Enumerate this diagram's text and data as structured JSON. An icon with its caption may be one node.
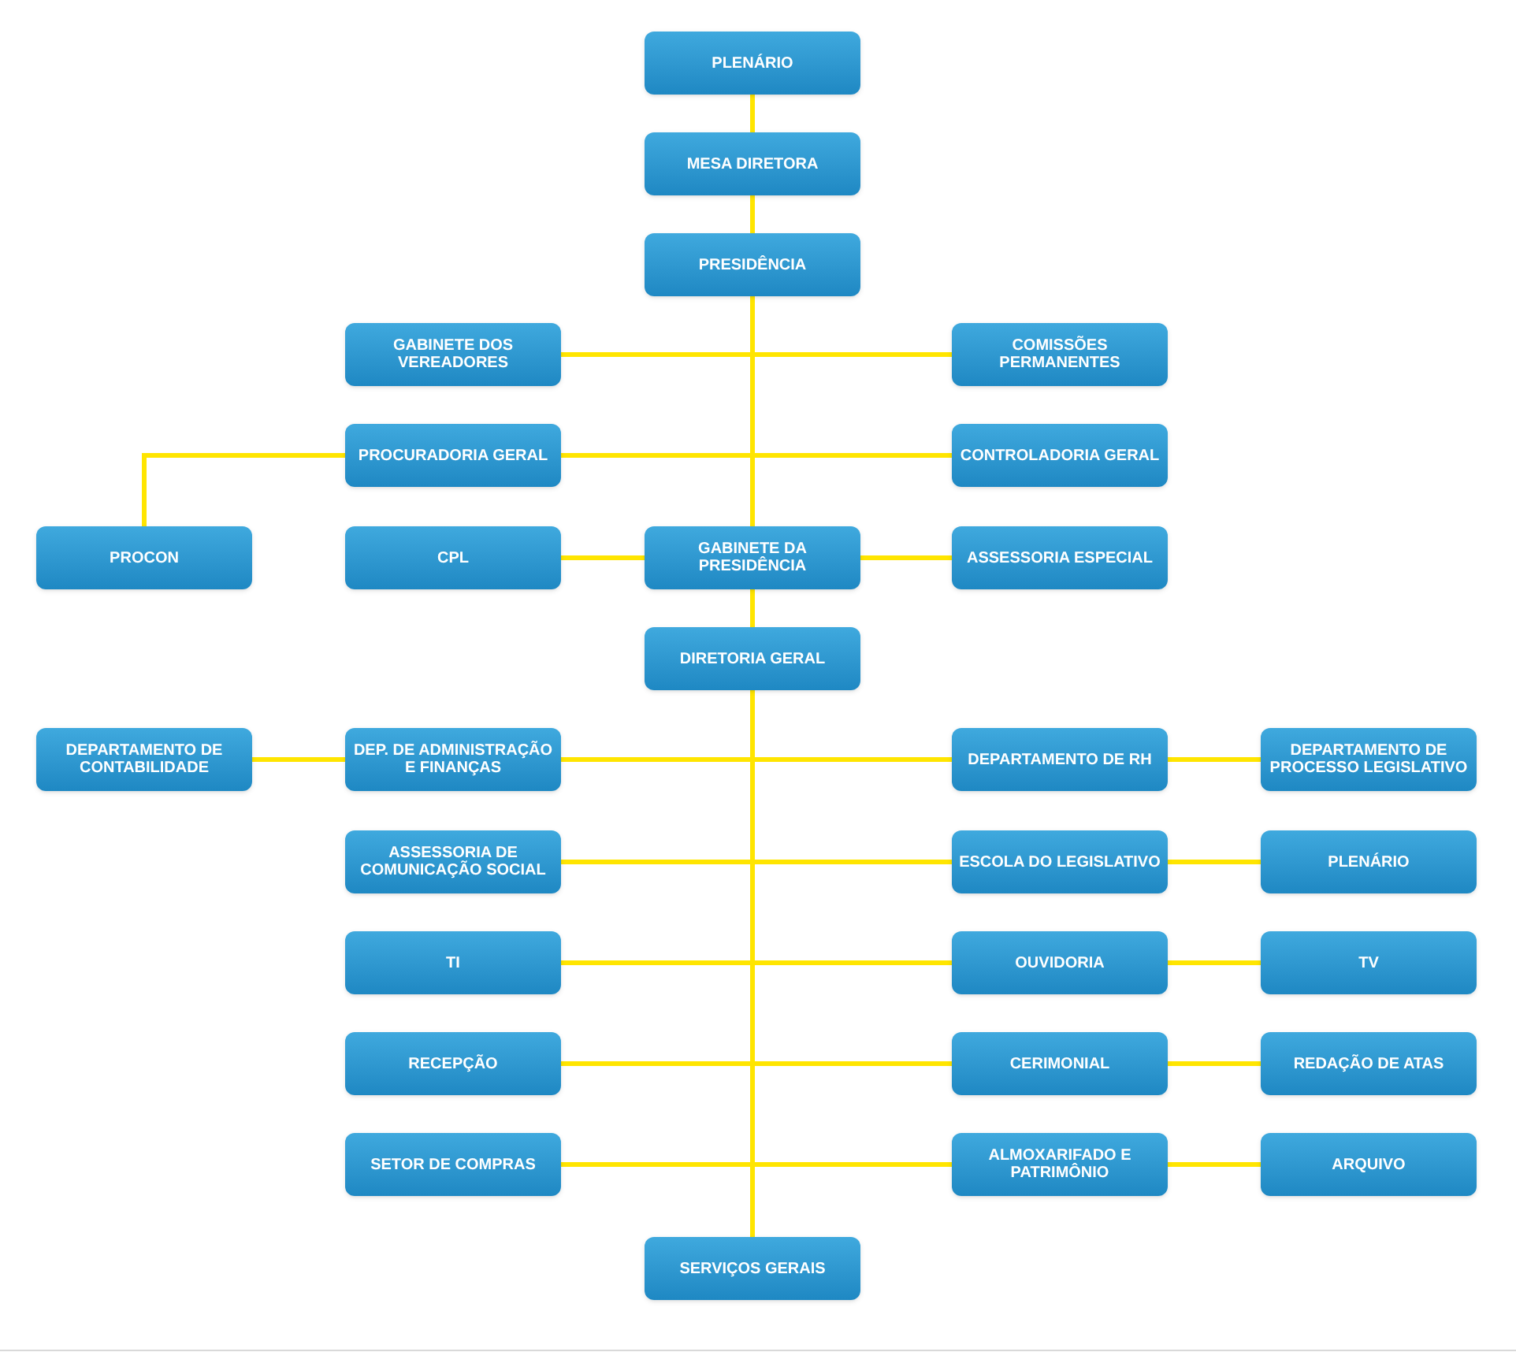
{
  "diagram": {
    "nodes": [
      {
        "text": [
          "PLENÁRIO"
        ]
      },
      {
        "text": [
          "MESA DIRETORA"
        ]
      },
      {
        "text": [
          "PRESIDÊNCIA"
        ]
      },
      {
        "text": [
          "GABINETE DOS VEREADORES"
        ]
      },
      {
        "text": [
          "COMISSÕES PERMANENTES"
        ]
      },
      {
        "text": [
          "PROCURADORIA GERAL"
        ]
      },
      {
        "text": [
          "CONTROLADORIA GERAL"
        ]
      },
      {
        "text": [
          "PROCON"
        ]
      },
      {
        "text": [
          "CPL"
        ]
      },
      {
        "text": [
          "GABINETE DA PRESIDÊNCIA"
        ]
      },
      {
        "text": [
          "ASSESSORIA ESPECIAL"
        ]
      },
      {
        "text": [
          "DIRETORIA GERAL"
        ]
      },
      {
        "text": [
          "DEPARTAMENTO DE CONTABILIDADE"
        ]
      },
      {
        "text": [
          "DEP. DE ADMINISTRAÇÃO E FINANÇAS"
        ]
      },
      {
        "text": [
          "DEPARTAMENTO DE RH"
        ]
      },
      {
        "text": [
          "DEPARTAMENTO DE PROCESSO LEGISLATIVO"
        ]
      },
      {
        "text": [
          "ASSESSORIA DE COMUNICAÇÃO SOCIAL"
        ]
      },
      {
        "text": [
          "ESCOLA DO LEGISLATIVO"
        ]
      },
      {
        "text": [
          "PLENÁRIO"
        ]
      },
      {
        "text": [
          "TI"
        ]
      },
      {
        "text": [
          "OUVIDORIA"
        ]
      },
      {
        "text": [
          "TV"
        ]
      },
      {
        "text": [
          "RECEPÇÃO"
        ]
      },
      {
        "text": [
          "CERIMONIAL"
        ]
      },
      {
        "text": [
          "REDAÇÃO DE ATAS"
        ]
      },
      {
        "text": [
          "SETOR DE COMPRAS"
        ]
      },
      {
        "text": [
          "ALMOXARIFADO E PATRIMÔNIO"
        ]
      },
      {
        "text": [
          "ARQUIVO"
        ]
      },
      {
        "text": [
          "SERVIÇOS GERAIS"
        ]
      }
    ],
    "edges": [
      {
        "from": 0,
        "to": 1,
        "arrow": "none"
      },
      {
        "from": 1,
        "to": 2,
        "arrow": "none"
      },
      {
        "from": 2,
        "to": 3,
        "arrow": "none"
      },
      {
        "from": 2,
        "to": 4,
        "arrow": "none"
      },
      {
        "from": 2,
        "to": 5,
        "arrow": "none"
      },
      {
        "from": 2,
        "to": 6,
        "arrow": "none"
      },
      {
        "from": 5,
        "to": 7,
        "arrow": "none"
      },
      {
        "from": 2,
        "to": 9,
        "arrow": "none"
      },
      {
        "from": 9,
        "to": 8,
        "arrow": "none"
      },
      {
        "from": 9,
        "to": 10,
        "arrow": "none"
      },
      {
        "from": 9,
        "to": 11,
        "arrow": "none"
      },
      {
        "from": 11,
        "to": 13,
        "arrow": "none"
      },
      {
        "from": 13,
        "to": 12,
        "arrow": "none"
      },
      {
        "from": 11,
        "to": 14,
        "arrow": "none"
      },
      {
        "from": 14,
        "to": 15,
        "arrow": "none"
      },
      {
        "from": 11,
        "to": 16,
        "arrow": "none"
      },
      {
        "from": 11,
        "to": 17,
        "arrow": "none"
      },
      {
        "from": 17,
        "to": 18,
        "arrow": "none"
      },
      {
        "from": 11,
        "to": 19,
        "arrow": "none"
      },
      {
        "from": 11,
        "to": 20,
        "arrow": "none"
      },
      {
        "from": 20,
        "to": 21,
        "arrow": "none"
      },
      {
        "from": 11,
        "to": 22,
        "arrow": "none"
      },
      {
        "from": 11,
        "to": 23,
        "arrow": "none"
      },
      {
        "from": 23,
        "to": 24,
        "arrow": "none"
      },
      {
        "from": 11,
        "to": 25,
        "arrow": "none"
      },
      {
        "from": 11,
        "to": 26,
        "arrow": "none"
      },
      {
        "from": 26,
        "to": 27,
        "arrow": "none"
      },
      {
        "from": 11,
        "to": 28,
        "arrow": "none"
      }
    ]
  }
}
